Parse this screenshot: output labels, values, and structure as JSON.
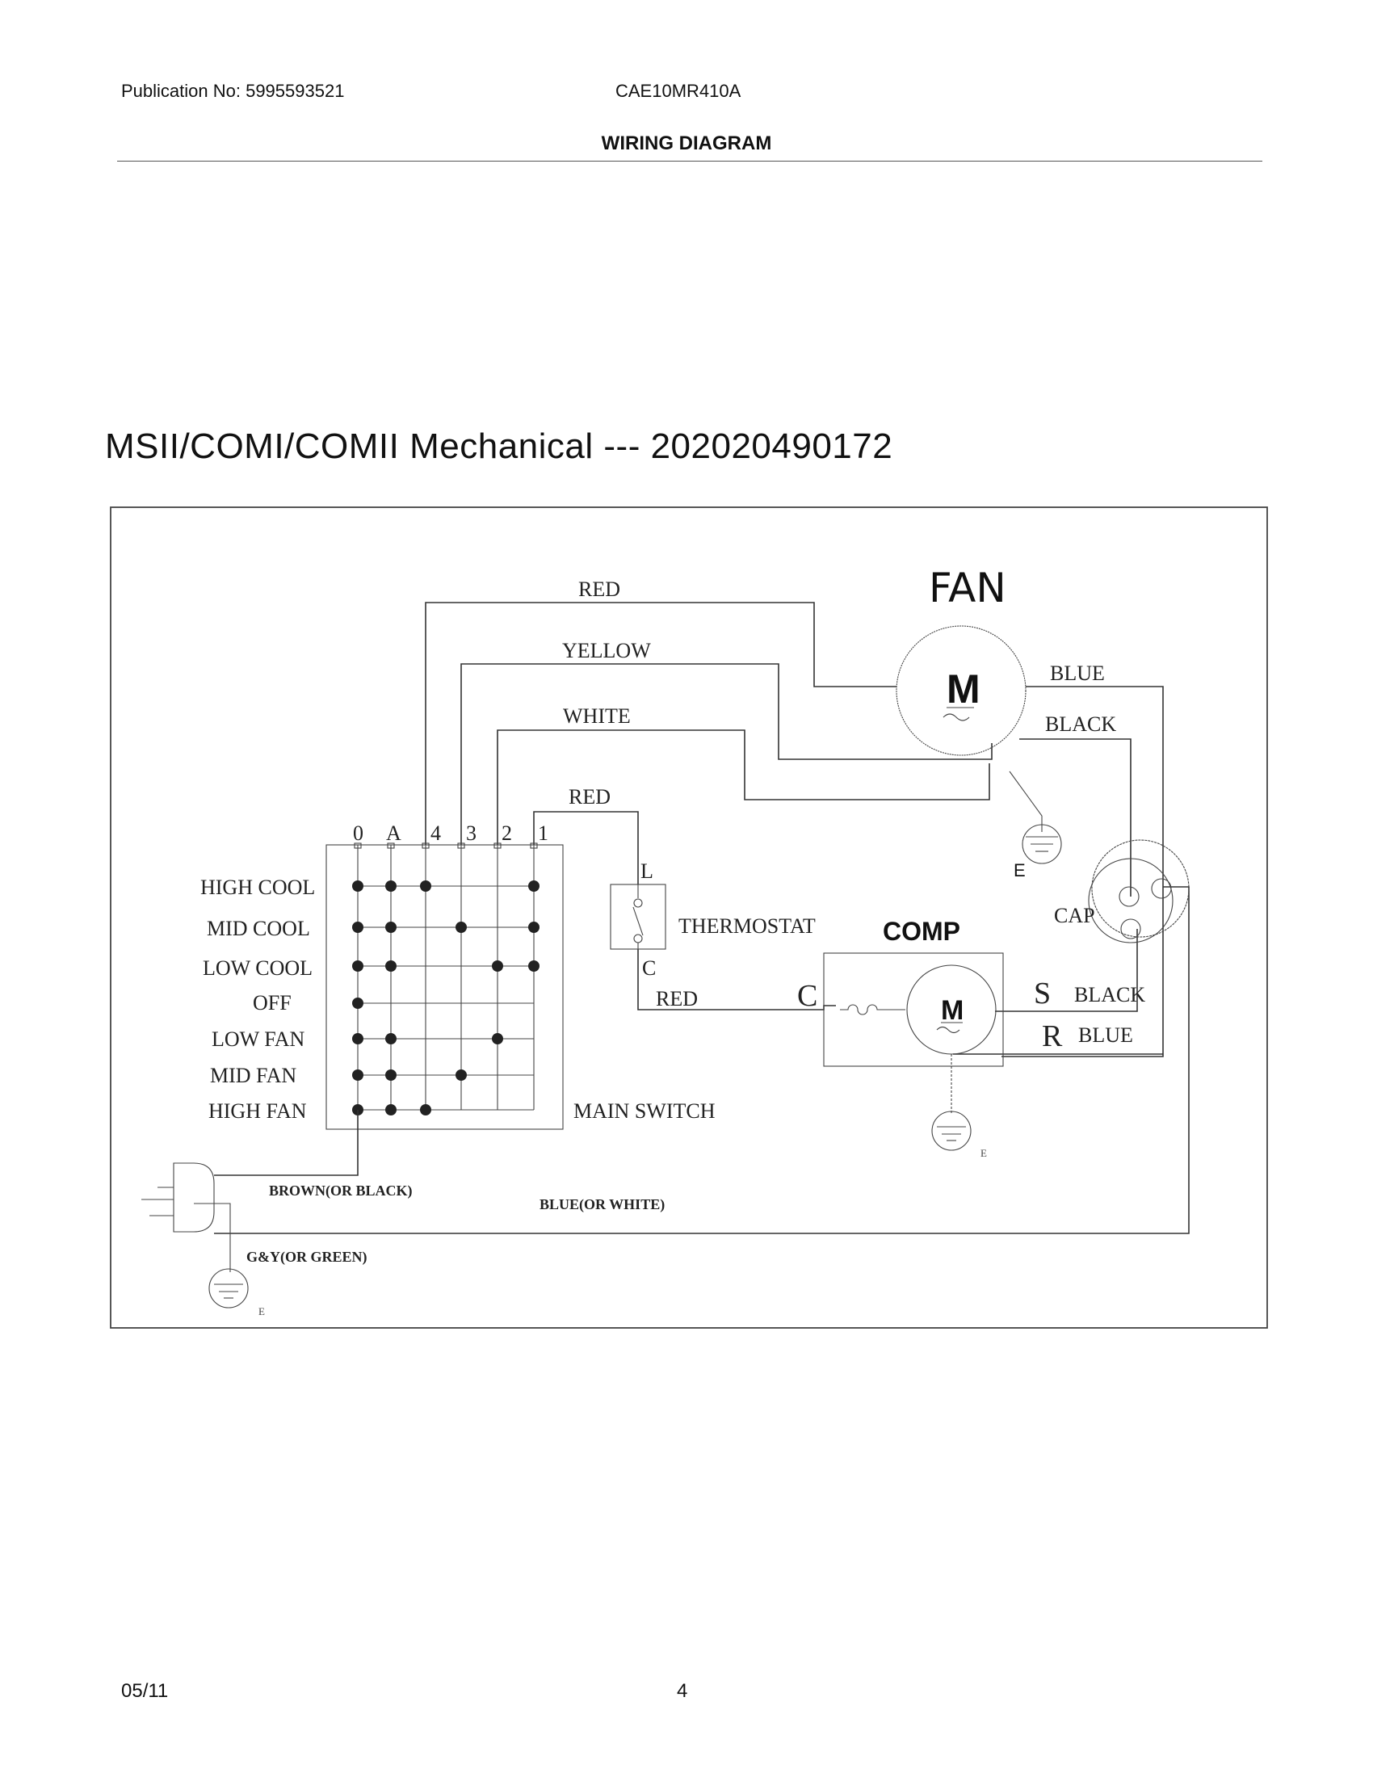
{
  "header": {
    "publication": "Publication No: 5995593521",
    "model": "CAE10MR410A",
    "section_title": "WIRING DIAGRAM"
  },
  "main_title": "MSII/COMI/COMII Mechanical --- 202020490172",
  "diagram": {
    "fan_label": "FAN",
    "fan_motor_symbol": "M",
    "comp_label": "COMP",
    "comp_motor_symbol": "M",
    "wires": {
      "red_top": "RED",
      "yellow": "YELLOW",
      "white": "WHITE",
      "red_mid": "RED",
      "red_bottom": "RED",
      "blue_fan": "BLUE",
      "black_fan": "BLACK",
      "s_black": "BLACK",
      "r_blue": "BLUE",
      "power_brown": "BROWN(OR BLACK)",
      "power_blue": "BLUE(OR WHITE)",
      "ground_gy": "G&Y(OR GREEN)"
    },
    "terminals": [
      "0",
      "A",
      "4",
      "3",
      "2",
      "1"
    ],
    "switch_positions": [
      "HIGH COOL",
      "MID COOL",
      "LOW COOL",
      "OFF",
      "LOW FAN",
      "MID FAN",
      "HIGH FAN"
    ],
    "main_switch_label": "MAIN SWITCH",
    "thermostat_label": "THERMOSTAT",
    "thermostat_l": "L",
    "thermostat_c": "C",
    "comp_c": "C",
    "comp_s": "S",
    "comp_r": "R",
    "cap_label": "CAP",
    "ground_label_fan": "E",
    "ground_label_comp": "E",
    "ground_label_plug": "E"
  },
  "footer": {
    "date": "05/11",
    "page": "4"
  }
}
